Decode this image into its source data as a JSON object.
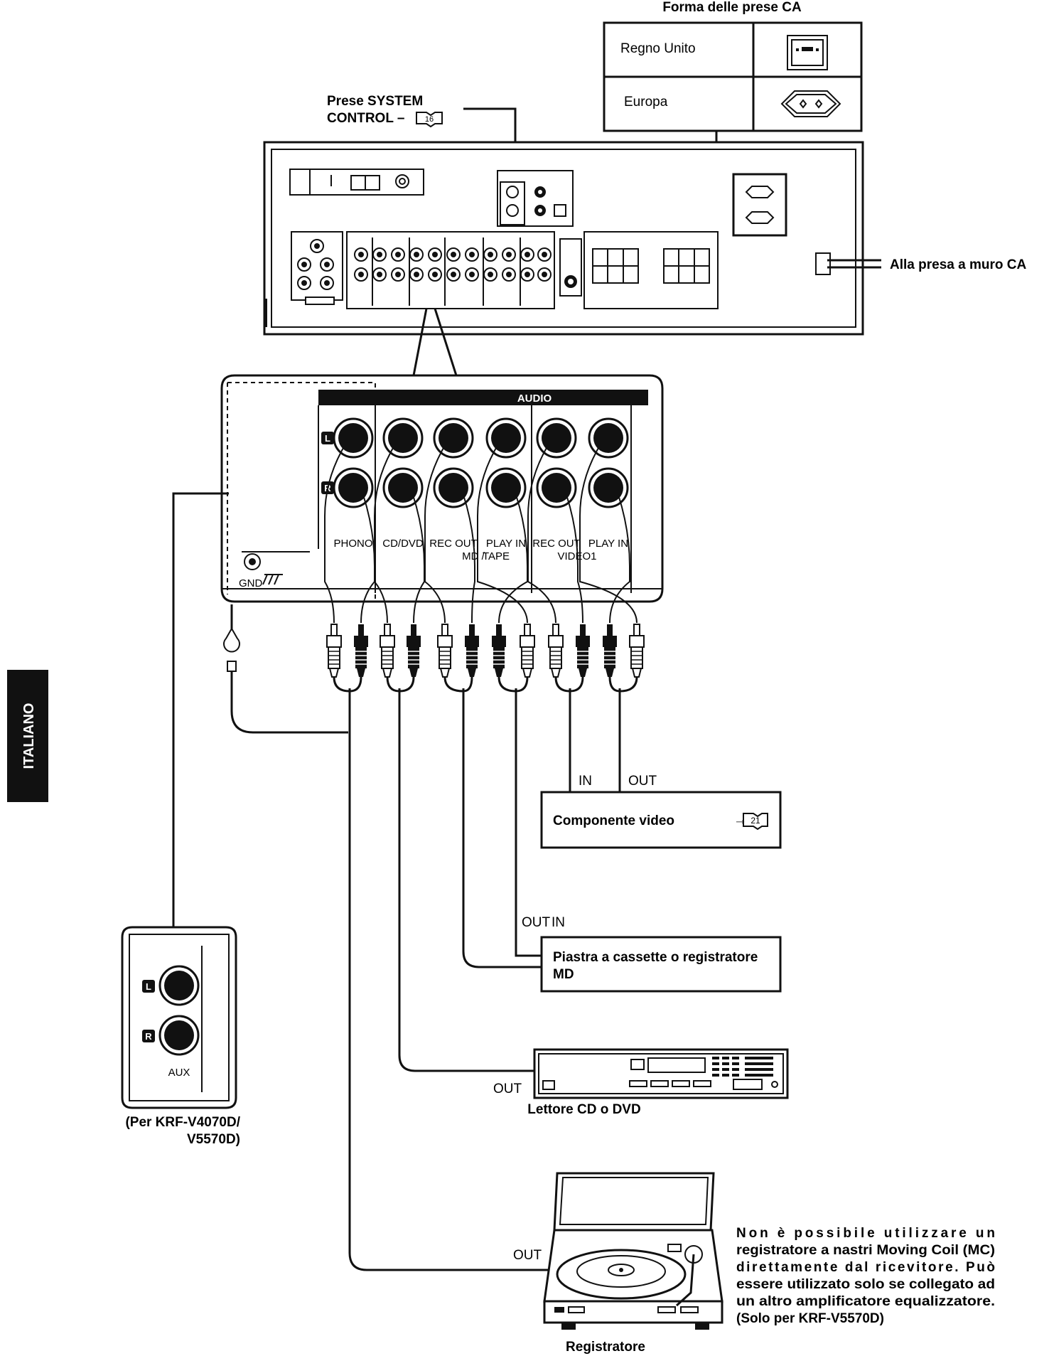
{
  "ac_outlet": {
    "title": "Forma delle prese CA",
    "rows": [
      "Regno Unito",
      "Europa"
    ]
  },
  "system_control": {
    "line1": "Prese SYSTEM",
    "line2": "CONTROL –",
    "page_ref": "16"
  },
  "wall_outlet_label": "Alla presa a muro CA",
  "panel": {
    "audio_header": "AUDIO",
    "channel_left": "L",
    "channel_right": "R",
    "gnd_label": "GND",
    "jack_labels": [
      {
        "line1": "PHONO",
        "line2": ""
      },
      {
        "line1": "CD/DVD",
        "line2": ""
      },
      {
        "line1": "REC OUT",
        "line2": "MD /"
      },
      {
        "line1": "PLAY IN",
        "line2": "TAPE"
      },
      {
        "line1": "REC OUT",
        "line2": "VIDEO1"
      },
      {
        "line1": "PLAY IN",
        "line2": ""
      }
    ]
  },
  "video_component": {
    "in_label": "IN",
    "out_label": "OUT",
    "title": "Componente video",
    "page_ref": "21"
  },
  "tape_deck": {
    "out_label": "OUT",
    "in_label": "IN",
    "line1": "Piastra a cassette o registratore",
    "line2": "MD"
  },
  "cd_player": {
    "out_label": "OUT",
    "title": "Lettore CD o DVD"
  },
  "turntable": {
    "out_label": "OUT",
    "title": "Registratore",
    "note": [
      "Non è possibile utilizzare un",
      "registratore a nastri Moving Coil (MC)",
      "direttamente dal ricevitore. Può",
      "essere utilizzato solo se collegato ad",
      "un altro amplificatore equalizzatore.",
      "(Solo per KRF-V5570D)"
    ]
  },
  "aux": {
    "label": "AUX",
    "channel_left": "L",
    "channel_right": "R",
    "model_line1": "(Per KRF-V4070D/",
    "model_line2": "V5570D)"
  },
  "side_tab": "ITALIANO"
}
